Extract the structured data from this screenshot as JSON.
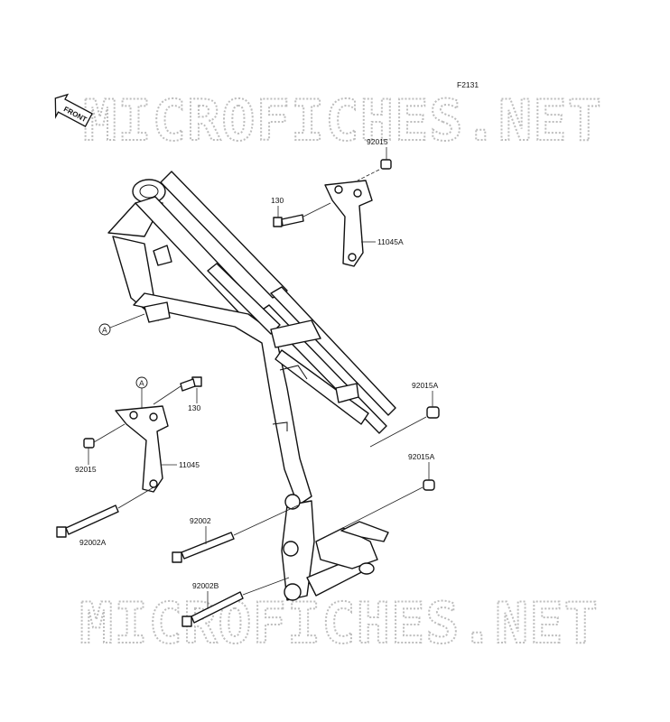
{
  "diagram": {
    "figure_code": "F2131",
    "front_indicator": "FRONT",
    "watermark_text": "MICROFICHES.NET",
    "reference_marker": "A",
    "parts": [
      {
        "key": "p_92015_top",
        "number": "92015"
      },
      {
        "key": "p_130_top",
        "number": "130"
      },
      {
        "key": "p_11045A",
        "number": "11045A"
      },
      {
        "key": "p_130_left",
        "number": "130"
      },
      {
        "key": "p_92015A_1",
        "number": "92015A"
      },
      {
        "key": "p_92015_left",
        "number": "92015"
      },
      {
        "key": "p_11045",
        "number": "11045"
      },
      {
        "key": "p_92015A_2",
        "number": "92015A"
      },
      {
        "key": "p_92002",
        "number": "92002"
      },
      {
        "key": "p_92002A",
        "number": "92002A"
      },
      {
        "key": "p_92002B",
        "number": "92002B"
      }
    ]
  }
}
